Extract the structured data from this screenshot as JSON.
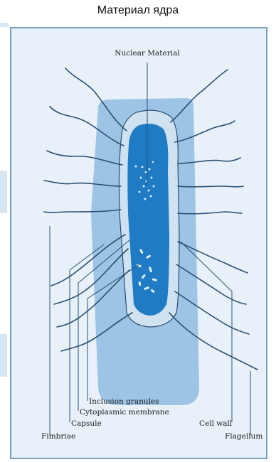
{
  "caption": "Материал ядра",
  "labels": {
    "nuclear_material": "Nuclear Material",
    "inclusion_granules": "Inclusion granules",
    "cytoplasmic_membrane": "Cytoplasmic membrane",
    "capsule": "Capsule",
    "fimbriae": "Fimbriae",
    "cell_wall": "Cell wall",
    "flagellum": "Flagellum"
  },
  "colors": {
    "capsule": "#9dc4e4",
    "cell_wall": "#cfe2f2",
    "cytoplasm": "#1f7cc4",
    "lines": "#2a4f72",
    "frame_bg": "#e8f1f9"
  }
}
